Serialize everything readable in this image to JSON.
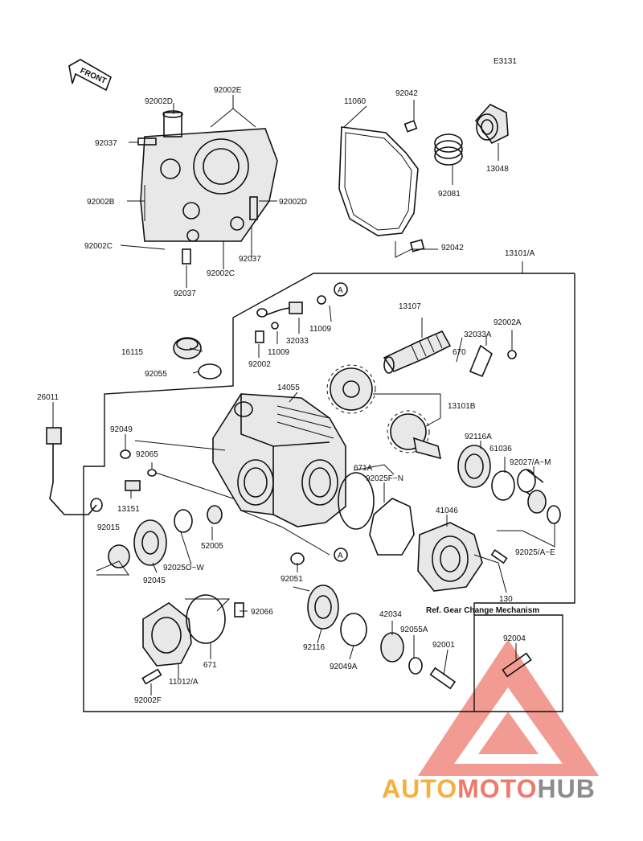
{
  "diagram": {
    "code": "E3131",
    "front_label": "FRONT",
    "ref_box_title": "Ref. Gear Change Mechanism",
    "labels": [
      "92002E",
      "92002D",
      "92037",
      "92002B",
      "92002D",
      "92002C",
      "92037",
      "92002C",
      "92037",
      "11060",
      "92042",
      "92081",
      "13048",
      "92042",
      "13101/A",
      "11009",
      "32033",
      "11009",
      "92002",
      "13107",
      "92002A",
      "32033A",
      "670",
      "16115",
      "92055",
      "14055",
      "13101B",
      "26011",
      "92049",
      "92065",
      "13151",
      "671A",
      "92025F~N",
      "92116A",
      "61036",
      "92027/A~M",
      "41046",
      "92025/A~E",
      "92015",
      "92045",
      "92025O~W",
      "52005",
      "92051",
      "92066",
      "130",
      "42034",
      "92055A",
      "92001",
      "92004",
      "92116",
      "92049A",
      "671",
      "11012/A",
      "92002F"
    ],
    "circle_marks": [
      "A",
      "A"
    ]
  },
  "watermark": {
    "auto": "AUTO",
    "moto": "MOTO",
    "hub": "HUB",
    "colors": {
      "auto": "#f5b041",
      "moto": "#ef7a6b",
      "hub": "#8c8c8c"
    }
  }
}
